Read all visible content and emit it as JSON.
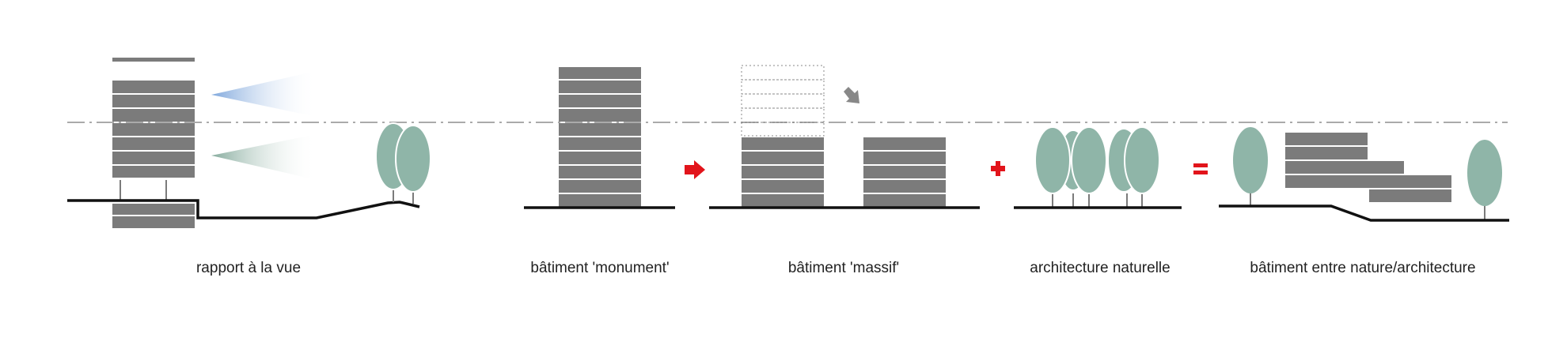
{
  "labels": {
    "view": "rapport à la vue",
    "monument": "bâtiment 'monument'",
    "massif": "bâtiment 'massif'",
    "nature": "architecture naturelle",
    "between": "bâtiment entre nature/architecture"
  },
  "operators": {
    "arrow_icon": "red-arrow-icon",
    "plus": "+",
    "equals": "="
  },
  "colors": {
    "building": "#7b7b7b",
    "tree": "#8fb5a8",
    "ground": "#111111",
    "operator": "#e2141b",
    "horizon": "#aaaaaa",
    "view_cone_top": "#7fa7dc",
    "view_cone_bottom": "#86ab9d"
  }
}
